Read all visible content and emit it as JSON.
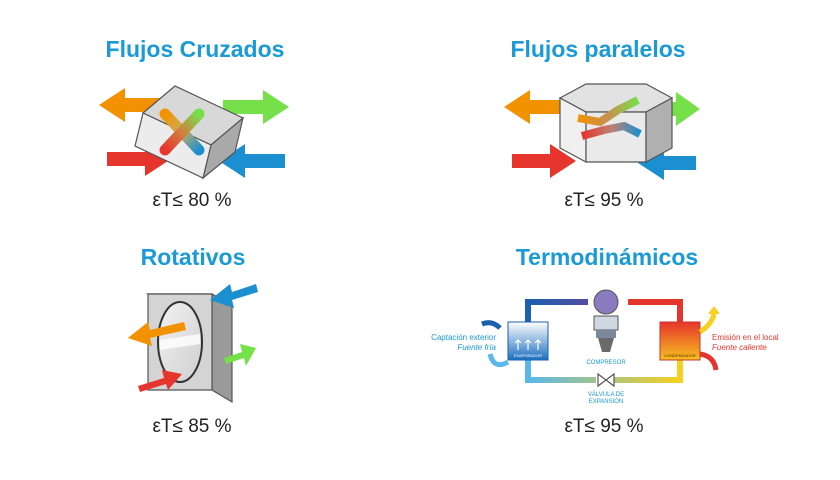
{
  "panels": {
    "cross": {
      "title": "Flujos Cruzados",
      "efficiency": "εT≤ 80 %"
    },
    "parallel": {
      "title": "Flujos paralelos",
      "efficiency": "εT≤ 95 %"
    },
    "rotary": {
      "title": "Rotativos",
      "efficiency": "εT≤ 85 %"
    },
    "thermo": {
      "title": "Termodinámicos",
      "efficiency": "εT≤ 95 %",
      "labels": {
        "capture": "Captación exterior",
        "capture_sub": "Fuente fría",
        "emission": "Emisión en el local",
        "emission_sub": "Fuente caliente",
        "evaporator": "EVAPORADOR",
        "condenser": "CONDENSADOR",
        "compressor": "COMPRESOR",
        "valve_line1": "VÁLVULA DE",
        "valve_line2": "EXPANSIÓN"
      }
    }
  },
  "colors": {
    "orange": "#f39200",
    "green": "#76e04a",
    "red": "#e5352c",
    "blue": "#1c8fd0",
    "title": "#1a9ad6",
    "yellow": "#f7d020"
  }
}
